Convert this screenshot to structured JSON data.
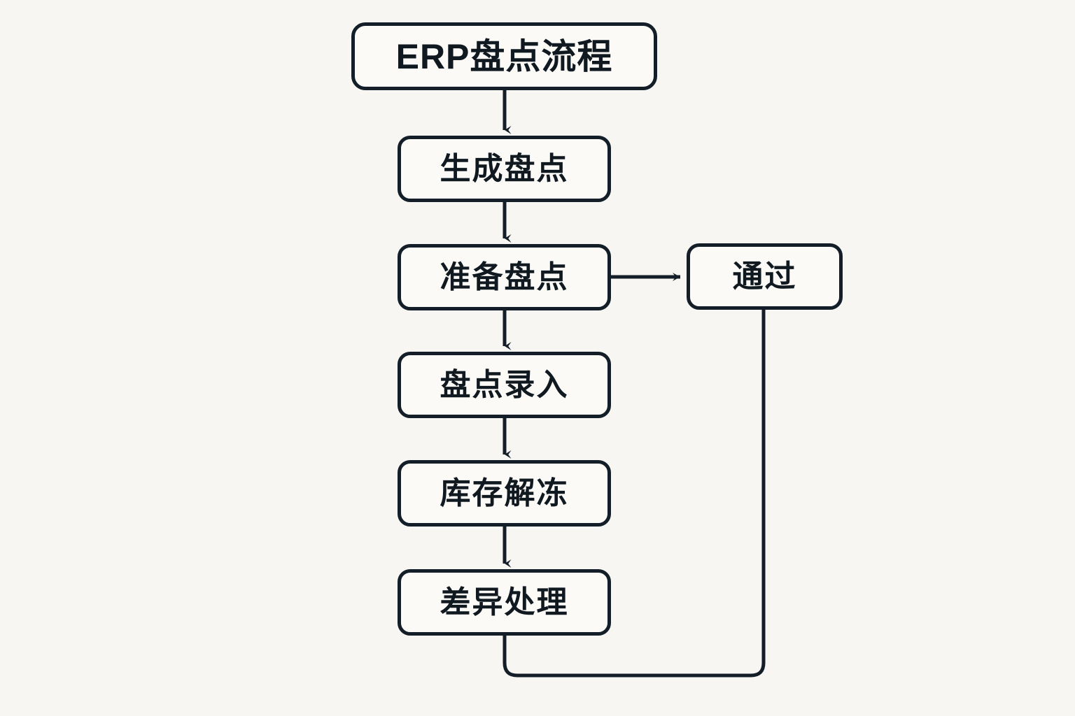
{
  "diagram": {
    "type": "flowchart",
    "title_node": {
      "label": "ERP盘点流程"
    },
    "nodes": [
      {
        "id": "title",
        "label": "ERP盘点流程"
      },
      {
        "id": "step1",
        "label": "生成盘点"
      },
      {
        "id": "step2",
        "label": "准备盘点"
      },
      {
        "id": "step3",
        "label": "盘点录入"
      },
      {
        "id": "step4",
        "label": "库存解冻"
      },
      {
        "id": "step5",
        "label": "差异处理"
      },
      {
        "id": "branch",
        "label": "通过"
      }
    ],
    "edges": [
      {
        "from": "title",
        "to": "step1",
        "direction": "down",
        "arrowhead": true
      },
      {
        "from": "step1",
        "to": "step2",
        "direction": "down",
        "arrowhead": true
      },
      {
        "from": "step2",
        "to": "step3",
        "direction": "down",
        "arrowhead": true
      },
      {
        "from": "step2",
        "to": "branch",
        "direction": "right",
        "arrowhead": true
      },
      {
        "from": "step3",
        "to": "step4",
        "direction": "down",
        "arrowhead": true
      },
      {
        "from": "step4",
        "to": "step5",
        "direction": "down",
        "arrowhead": true
      },
      {
        "from": "step5",
        "to": "branch",
        "direction": "loop-bottom",
        "arrowhead": false
      }
    ],
    "colors": {
      "background": "#f7f6f2",
      "node_fill": "#fbfaf7",
      "stroke": "#141e28",
      "text": "#101820"
    }
  }
}
